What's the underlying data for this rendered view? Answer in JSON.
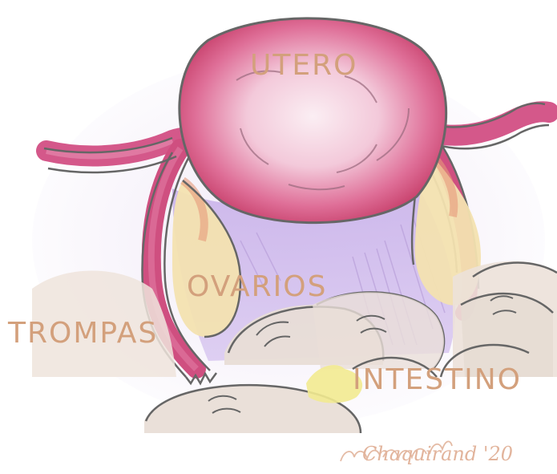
{
  "labels": {
    "utero": "UTERO",
    "ovarios": "OVARIOS",
    "trompas": "TROMPAS",
    "intestino": "INTESTINO"
  },
  "signature": "Chaquirand '20",
  "colors": {
    "uterus": "#d2517f",
    "uterus_highlight": "#f6dde8",
    "tube": "#cf4f80",
    "ovary": "#f3e2b0",
    "peritoneum": "#b79ae4",
    "intestine": "#e8ddd6",
    "label": "#d3a07c",
    "outline": "#666666"
  }
}
